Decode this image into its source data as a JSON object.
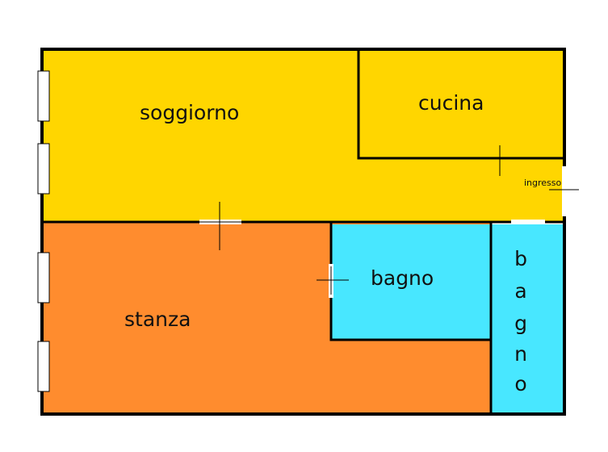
{
  "colors": {
    "living": "#FFD600",
    "bedroom": "#FF8C2E",
    "bath": "#48E7FF",
    "wall": "#000000",
    "window": "#ffffff"
  },
  "rooms": {
    "soggiorno": "soggiorno",
    "cucina": "cucina",
    "ingresso": "ingresso",
    "stanza": "stanza",
    "bagno": "bagno",
    "bagno_vertical": [
      "b",
      "a",
      "g",
      "n",
      "o"
    ]
  }
}
